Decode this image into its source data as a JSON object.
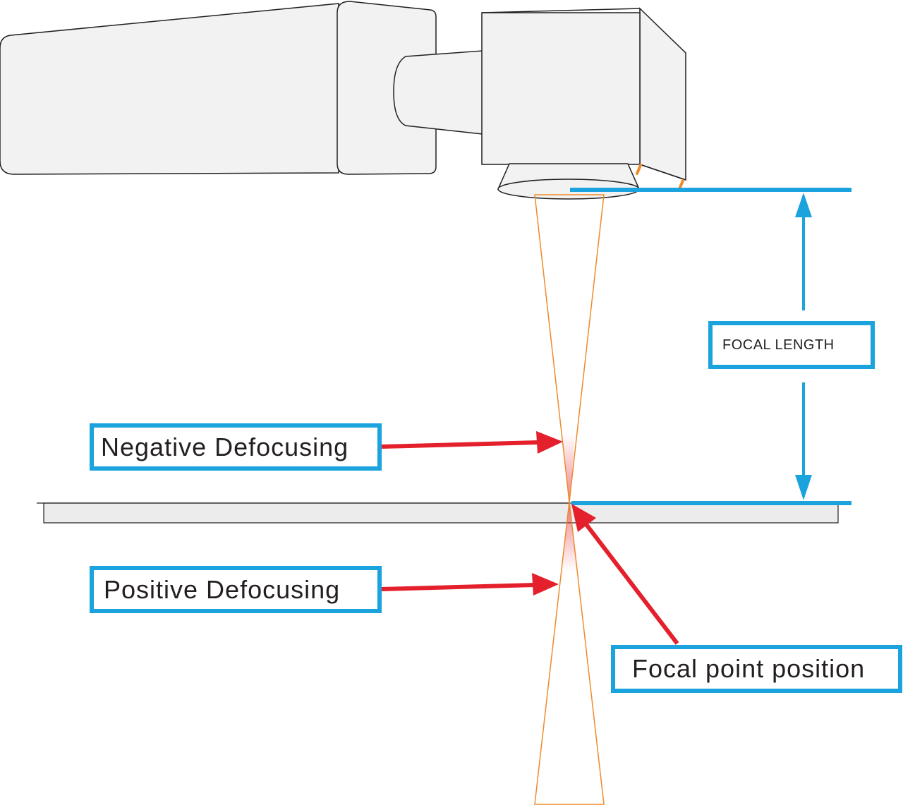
{
  "labels": {
    "focal_length": "FOCAL LENGTH",
    "negative_defocusing": "Negative Defocusing",
    "positive_defocusing": "Positive Defocusing",
    "focal_point_position": "Focal point position"
  },
  "colors": {
    "dimension_blue": "#1aa3dd",
    "arrow_red": "#e3202b",
    "beam_orange": "#ef8a2c",
    "device_fill": "#f2f2f2",
    "device_stroke": "#231f20",
    "workpiece_fill": "#ececec"
  }
}
